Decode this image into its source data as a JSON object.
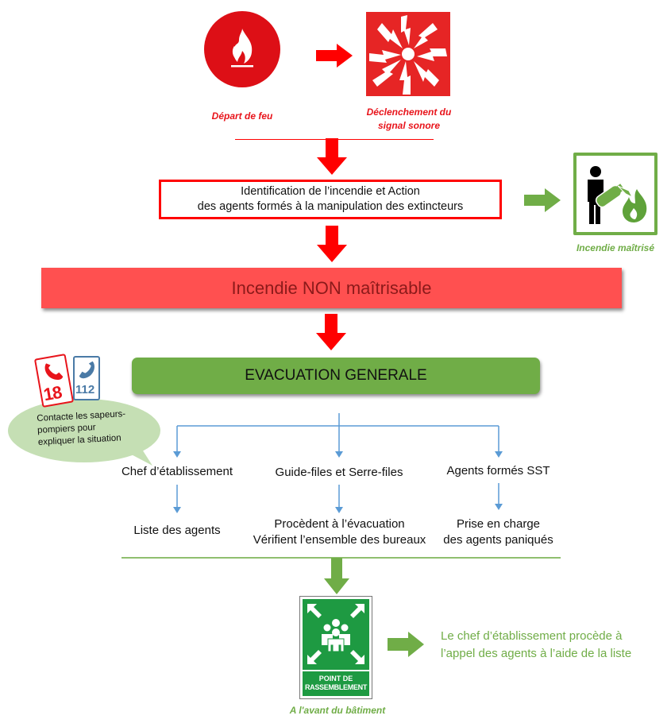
{
  "colors": {
    "red": "#e8141b",
    "bright_red": "#ff0000",
    "banner_red": "#ff5050",
    "banner_text": "#8b1a1a",
    "green": "#70ad47",
    "sign_green": "#1e9a42",
    "blue": "#5b9bd5",
    "bubble_green": "#c5dfb4"
  },
  "stage1": {
    "fire_start": {
      "icon": "fire-icon",
      "label": "Départ de feu"
    },
    "alarm": {
      "icon": "alarm-signal-icon",
      "label_line1": "Déclenchement du",
      "label_line2": "signal sonore"
    }
  },
  "identification_box": {
    "line1": "Identification de l’incendie et Action",
    "line2": "des agents formés à la manipulation des extincteurs"
  },
  "controlled": {
    "icon": "extinguisher-person-icon",
    "label": "Incendie maîtrisé"
  },
  "uncontrollable_banner": {
    "label": "Incendie NON maîtrisable"
  },
  "evacuation_banner": {
    "label": "EVACUATION GENERALE"
  },
  "emergency_call": {
    "numbers": [
      "18",
      "112"
    ],
    "bubble_line1": "Contacte les sapeurs-",
    "bubble_line2": "pompiers pour",
    "bubble_line3": "expliquer la situation"
  },
  "branches": [
    {
      "title": "Chef d’établissement",
      "action_line1": "Liste des agents",
      "action_line2": ""
    },
    {
      "title": "Guide-files et Serre-files",
      "action_line1": "Procèdent à l’évacuation",
      "action_line2": "Vérifient l’ensemble des bureaux"
    },
    {
      "title": "Agents formés SST",
      "action_line1": "Prise en charge",
      "action_line2": "des agents paniqués"
    }
  ],
  "assembly_point": {
    "sign_line1": "POINT DE",
    "sign_line2": "RASSEMBLEMENT",
    "location": "A l'avant du bâtiment",
    "note_line1": "Le chef d’établissement procède à",
    "note_line2": "l’appel des agents à l’aide de la liste"
  }
}
